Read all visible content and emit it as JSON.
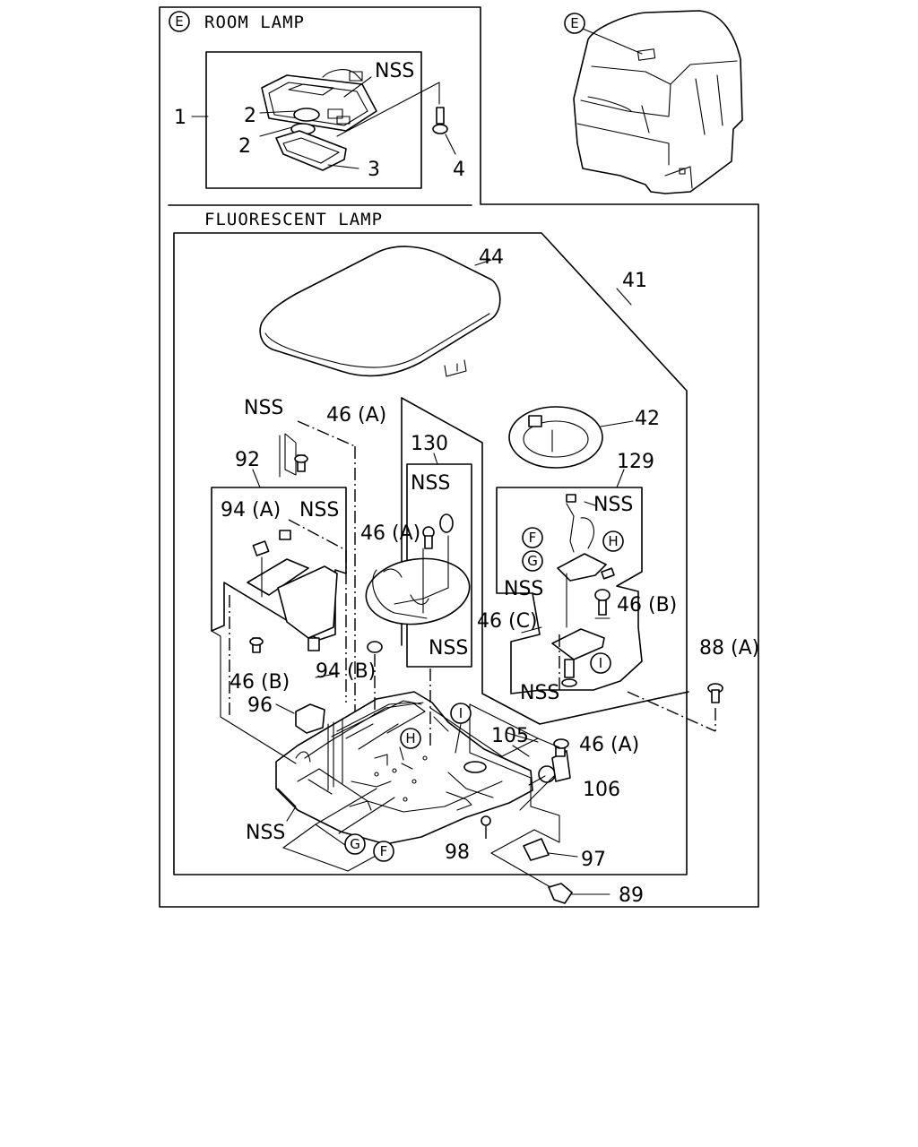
{
  "room_lamp": {
    "marker": "E",
    "title": "ROOM LAMP",
    "labels": {
      "nss": "NSS",
      "p1": "1",
      "p2a": "2",
      "p2b": "2",
      "p3": "3",
      "p4": "4"
    }
  },
  "vehicle": {
    "marker": "E"
  },
  "fluorescent_lamp": {
    "title": "FLUORESCENT LAMP",
    "labels": {
      "p44": "44",
      "p41": "41",
      "p42": "42",
      "p129": "129",
      "p130": "130",
      "p92": "92",
      "nss_top_left": "NSS",
      "p46a_top": "46 (A)",
      "p94a": "94 (A)",
      "nss_bracket": "NSS",
      "p46a_mid": "46 (A)",
      "nss_130": "NSS",
      "nss_130_bottom": "NSS",
      "nss_129_top": "NSS",
      "nss_129_mid": "NSS",
      "nss_129_bottom": "NSS",
      "p46c": "46 (C)",
      "p46b_right": "46 (B)",
      "p46b_left": "46 (B)",
      "p94b": "94 (B)",
      "p96": "96",
      "p88a": "88 (A)",
      "p105": "105",
      "p46a_right": "46 (A)",
      "p106": "106",
      "nss_base": "NSS",
      "p98": "98",
      "p97": "97",
      "p89": "89"
    },
    "markers": {
      "f_top": "F",
      "g_top": "G",
      "h_top": "H",
      "i_top": "I",
      "i_mid": "I",
      "h_base": "H",
      "g_base": "G",
      "f_base": "F"
    }
  }
}
